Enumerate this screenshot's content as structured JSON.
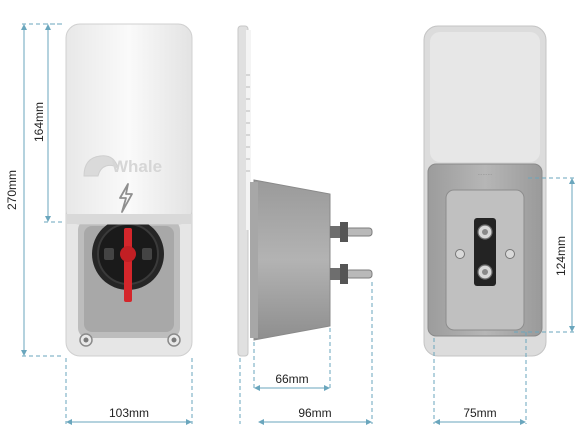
{
  "brand": {
    "logo_text": "Whale"
  },
  "dimensions": {
    "total_height": "270mm",
    "cover_height": "164mm",
    "front_width": "103mm",
    "side_depth_total": "96mm",
    "side_depth_body": "66mm",
    "rear_width": "75mm",
    "rear_height": "124mm"
  },
  "colors": {
    "body_white": "#f2f2f2",
    "shadow_grey": "#cfcfcf",
    "housing_grey": "#a9a9a9",
    "dark_socket": "#222222",
    "pin_red": "#d4262b",
    "dimension_line": "#6aa6bd"
  }
}
